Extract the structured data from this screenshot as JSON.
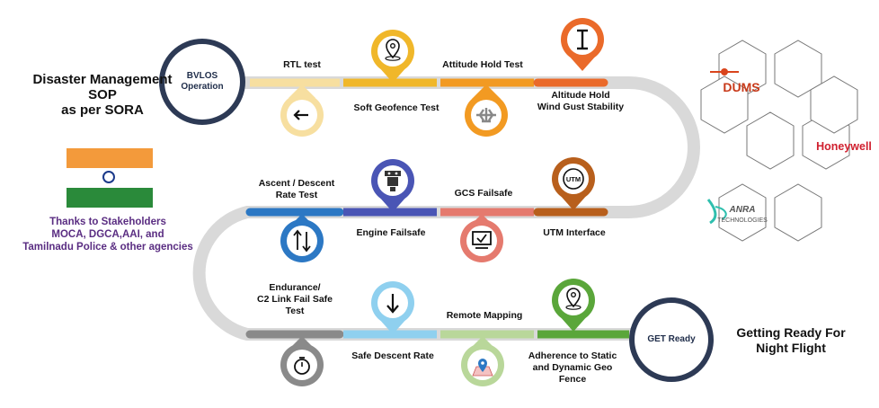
{
  "left": {
    "title_lines": [
      "Disaster Management",
      "SOP",
      "as per SORA"
    ],
    "thanks_lines": [
      "Thanks to Stakeholders",
      "MOCA, DGCA,AAI, and",
      "Tamilnadu Police & other agencies"
    ]
  },
  "start_node": {
    "lines": [
      "BVLOS",
      "Operation"
    ]
  },
  "end_node": {
    "label": "GET Ready"
  },
  "right_caption_lines": [
    "Getting Ready For",
    "Night Flight"
  ],
  "row1": {
    "rtl": "RTL  test",
    "soft_geofence": "Soft Geofence  Test",
    "attitude_hold": "Attitude Hold Test",
    "altitude_hold_lines": [
      "Altitude Hold",
      "Wind Gust Stability"
    ]
  },
  "row2": {
    "ascent_lines": [
      "Ascent / Descent",
      "Rate Test"
    ],
    "engine_failsafe": "Engine Failsafe",
    "gcs_failsafe": "GCS Failsafe",
    "utm_interface": "UTM Interface"
  },
  "row3": {
    "endurance_lines": [
      "Endurance/",
      "C2 Link Fail Safe",
      "Test"
    ],
    "safe_descent": "Safe Descent Rate",
    "remote_mapping": "Remote Mapping",
    "adherence_lines": [
      "Adherence to Static",
      "and Dynamic Geo",
      "Fence"
    ]
  },
  "utm_badge": "UTM",
  "partners": {
    "dums": "DUMS",
    "honeywell": "Honeywell",
    "anra_lines": [
      "ANRA",
      "TECHNOLOGIES"
    ]
  },
  "colors": {
    "track": "#d9d9d9",
    "navy": "#2d3a55",
    "light_yellow": "#f7dfa0",
    "yellow": "#f0b72a",
    "orange": "#f29a22",
    "orange_red": "#ea6a2a",
    "blue": "#2c78c4",
    "indigo": "#4a55b5",
    "salmon": "#e57a6e",
    "brown": "#b85f1c",
    "grey": "#8a8a8a",
    "sky": "#8fd0ef",
    "light_green": "#b9d79a",
    "green": "#5aa63a",
    "flag_saffron": "#f39a3b",
    "flag_green": "#2a8a3a",
    "purple": "#5a2d82"
  }
}
